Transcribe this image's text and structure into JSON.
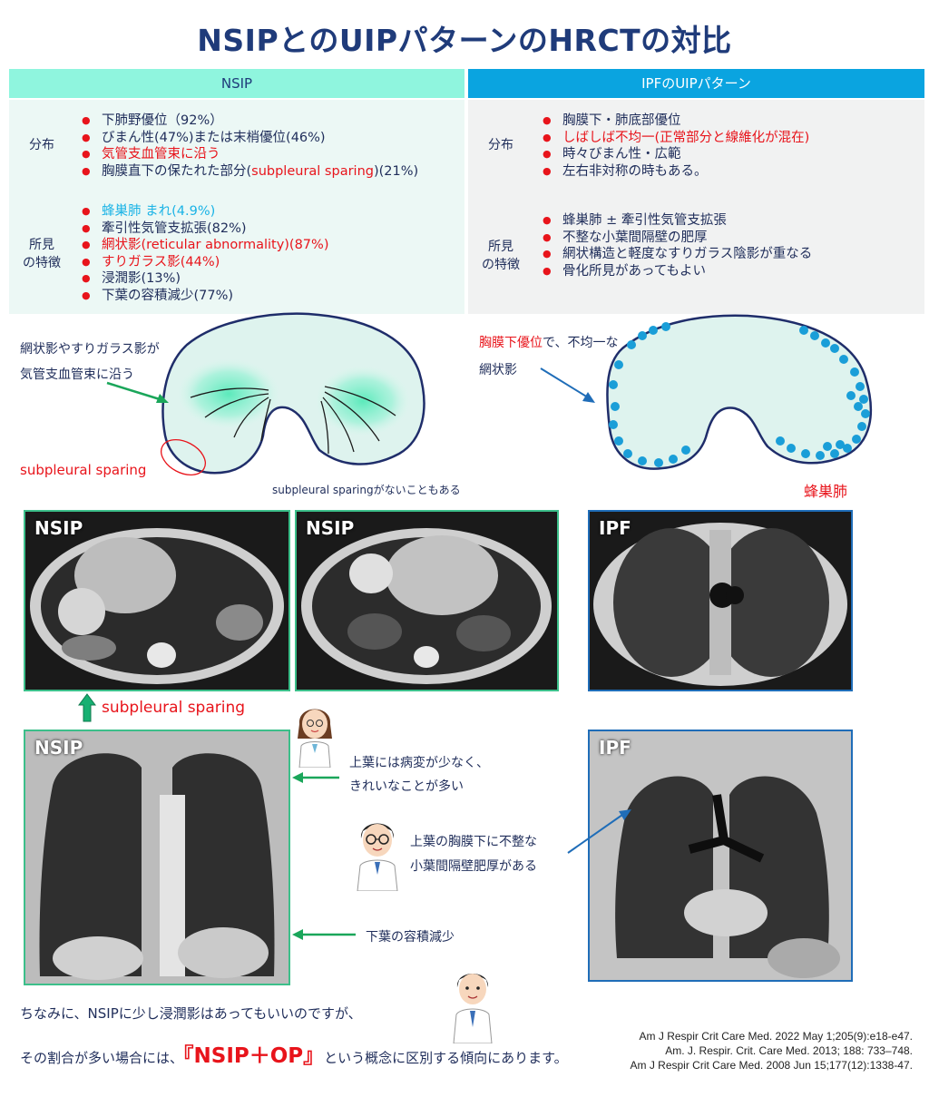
{
  "title": "NSIPとのUIPパターンのHRCTの対比",
  "nsip": {
    "header": "NSIP",
    "dist_label": "分布",
    "findings_label": [
      "所見",
      "の特徴"
    ],
    "dist_items": [
      {
        "text": "下肺野優位（92%）",
        "color": "default"
      },
      {
        "text": "びまん性(47%)または末梢優位(46%)",
        "color": "default"
      },
      {
        "text": "気管支血管束に沿う",
        "color": "red"
      }
    ],
    "sparing_item": {
      "pre": "胸膜直下の保たれた部分(",
      "red": "subpleural sparing",
      "post": ")(21%)"
    },
    "findings_items": [
      {
        "text": "蜂巣肺  まれ(4.9%)",
        "color": "cyan"
      },
      {
        "text": "牽引性気管支拡張(82%)",
        "color": "default"
      },
      {
        "text": "網状影(reticular abnormality)(87%)",
        "color": "red"
      },
      {
        "text": "すりガラス影(44%)",
        "color": "red"
      },
      {
        "text": "浸潤影(13%)",
        "color": "default"
      },
      {
        "text": "下葉の容積減少(77%)",
        "color": "default"
      }
    ]
  },
  "ipf": {
    "header": "IPFのUIPパターン",
    "dist_label": "分布",
    "findings_label": [
      "所見",
      "の特徴"
    ],
    "dist_items": [
      {
        "text": "胸膜下・肺底部優位",
        "color": "default"
      },
      {
        "text": "しばしば不均一(正常部分と線維化が混在)",
        "color": "red"
      },
      {
        "text": "時々びまん性・広範",
        "color": "default"
      },
      {
        "text": "左右非対称の時もある。",
        "color": "default"
      }
    ],
    "findings_items": [
      {
        "text": "蜂巣肺  ±  牽引性気管支拡張",
        "color": "default"
      },
      {
        "text": "不整な小葉間隔壁の肥厚",
        "color": "default"
      },
      {
        "text": "網状構造と軽度なすりガラス陰影が重なる",
        "color": "default"
      },
      {
        "text": "骨化所見があってもよい",
        "color": "default"
      }
    ]
  },
  "diagram_nsip": {
    "note1": "網状影やすりガラス影が",
    "note2": "気管支血管束に沿う",
    "sparing": "subpleural sparing",
    "sparing_note": "subpleural sparingがないこともある"
  },
  "diagram_ipf": {
    "note1_red": "胸膜下優位",
    "note1_rest": "で、不均一な",
    "note2": "網状影",
    "honeycomb": "蜂巣肺"
  },
  "ct": {
    "top1": "NSIP",
    "top2": "NSIP",
    "top3": "IPF",
    "bottom1": "NSIP",
    "bottom2": "IPF",
    "sparing_label": "subpleural sparing"
  },
  "comments": {
    "upper1": "上葉には病変が少なく、",
    "upper2": "きれいなことが多い",
    "ipf1": "上葉の胸膜下に不整な",
    "ipf2": "小葉間隔壁肥厚がある",
    "lower": "下葉の容積減少"
  },
  "footer": {
    "line1": "ちなみに、NSIPに少し浸潤影はあってもいいのですが、",
    "line2_pre": "その割合が多い場合には、",
    "line2_red": "『NSIP＋OP』",
    "line2_post": "という概念に区別する傾向にあります。"
  },
  "citations": [
    "Am J Respir Crit Care Med. 2022 May 1;205(9):e18-e47.",
    "Am. J. Respir. Crit. Care Med. 2013; 188: 733–748.",
    "Am J Respir Crit Care Med. 2008 Jun 15;177(12):1338-47."
  ],
  "colors": {
    "red": "#e8141b",
    "navy": "#1f2d5a",
    "green": "#1aa65a",
    "blue": "#1f6db8",
    "mint": "#8ff5de",
    "cyan": "#0aa4e0"
  },
  "icons": [
    "female-doctor-icon",
    "male-doctor-glasses-icon",
    "male-doctor-icon",
    "up-arrow-icon",
    "left-arrow-icon"
  ]
}
